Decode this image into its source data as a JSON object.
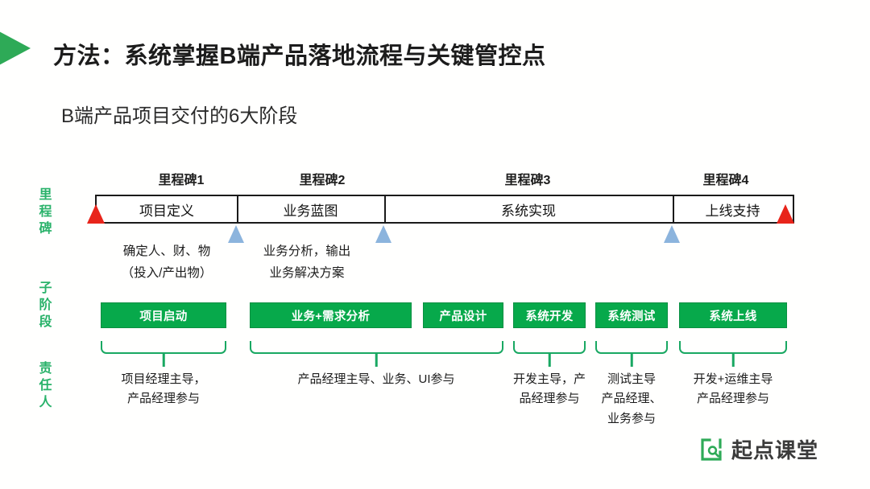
{
  "slide": {
    "title": "方法：系统掌握B端产品落地流程与关键管控点",
    "subtitle": "B端产品项目交付的6大阶段"
  },
  "rails": {
    "milestone": "里程碑",
    "substage": "子阶段",
    "owner": "责任人"
  },
  "milestones": [
    {
      "caption": "里程碑1",
      "phase": "项目定义",
      "desc_line1": "确定人、财、物",
      "desc_line2": "（投入/产出物）"
    },
    {
      "caption": "里程碑2",
      "phase": "业务蓝图",
      "desc_line1": "业务分析，输出",
      "desc_line2": "业务解决方案"
    },
    {
      "caption": "里程碑3",
      "phase": "系统实现",
      "desc_line1": "",
      "desc_line2": ""
    },
    {
      "caption": "里程碑4",
      "phase": "上线支持",
      "desc_line1": "",
      "desc_line2": ""
    }
  ],
  "markers": {
    "red": [
      "start-marker",
      "end-marker"
    ],
    "blue": [
      "milestone-1-marker",
      "milestone-2-marker",
      "milestone-3-marker"
    ]
  },
  "stages": [
    {
      "label": "项目启动"
    },
    {
      "label": "业务+需求分析"
    },
    {
      "label": "产品设计"
    },
    {
      "label": "系统开发"
    },
    {
      "label": "系统测试"
    },
    {
      "label": "系统上线"
    }
  ],
  "owners": [
    {
      "line1": "项目经理主导，",
      "line2": "产品经理参与",
      "line3": ""
    },
    {
      "line1": "产品经理主导、业务、UI参与",
      "line2": "",
      "line3": ""
    },
    {
      "line1": "开发主导，产",
      "line2": "品经理参与",
      "line3": ""
    },
    {
      "line1": "测试主导",
      "line2": "产品经理、",
      "line3": "业务参与"
    },
    {
      "line1": "开发+运维主导",
      "line2": "产品经理参与",
      "line3": ""
    }
  ],
  "logo": {
    "text": "起点课堂",
    "mark": "magnifier-square-icon"
  },
  "colors": {
    "accent_green": "#07a94b",
    "bracket_green": "#19a862",
    "rail_green": "#29b26a",
    "marker_red": "#e8241b",
    "marker_blue": "#8cb4dd",
    "bar_border": "#1a1a1a"
  }
}
